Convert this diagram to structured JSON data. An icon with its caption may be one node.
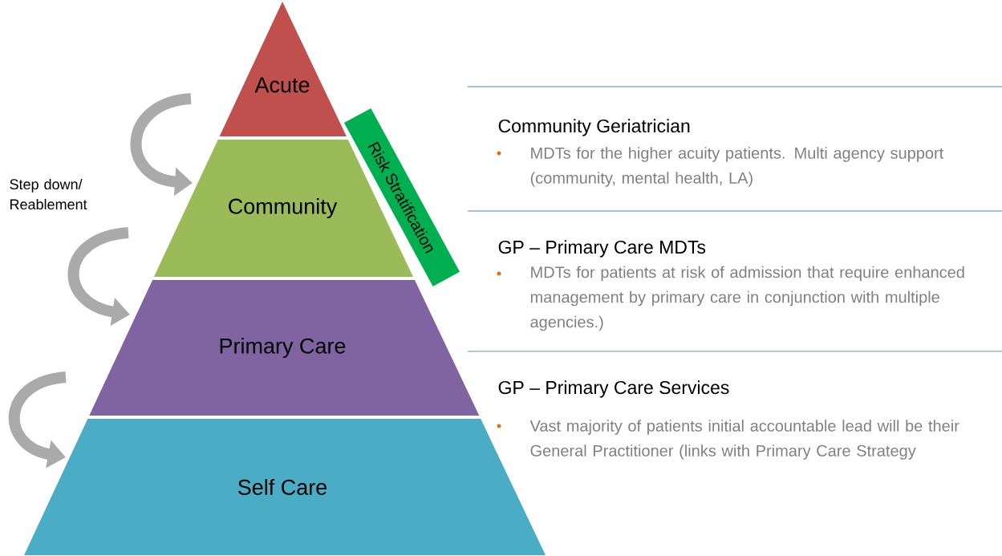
{
  "diagram": {
    "nodes": [
      {
        "text": [
          "Acute"
        ]
      },
      {
        "text": [
          "Community"
        ]
      },
      {
        "text": [
          "Primary Care"
        ]
      },
      {
        "text": [
          "Self Care"
        ]
      },
      {
        "text": [
          "Risk Stratification"
        ]
      }
    ],
    "edges": [
      {
        "from": null,
        "to": 1,
        "arrow": "to"
      },
      {
        "from": null,
        "to": 2,
        "arrow": "to"
      },
      {
        "from": null,
        "to": 3,
        "arrow": "to"
      }
    ],
    "labels": [
      "Step down/ Reablement",
      "Community Geriatrician",
      "MDTs for the higher acuity patients. Multi agency support (community, mental health, LA)",
      "GP – Primary Care MDTs",
      "MDTs for patients at risk of admission that require enhanced management by primary care in conjunction with multiple agencies.)",
      "GP – Primary Care Services",
      "Vast majority of patients initial accountable lead will be their General Practitioner (links with Primary Care Strategy"
    ]
  }
}
